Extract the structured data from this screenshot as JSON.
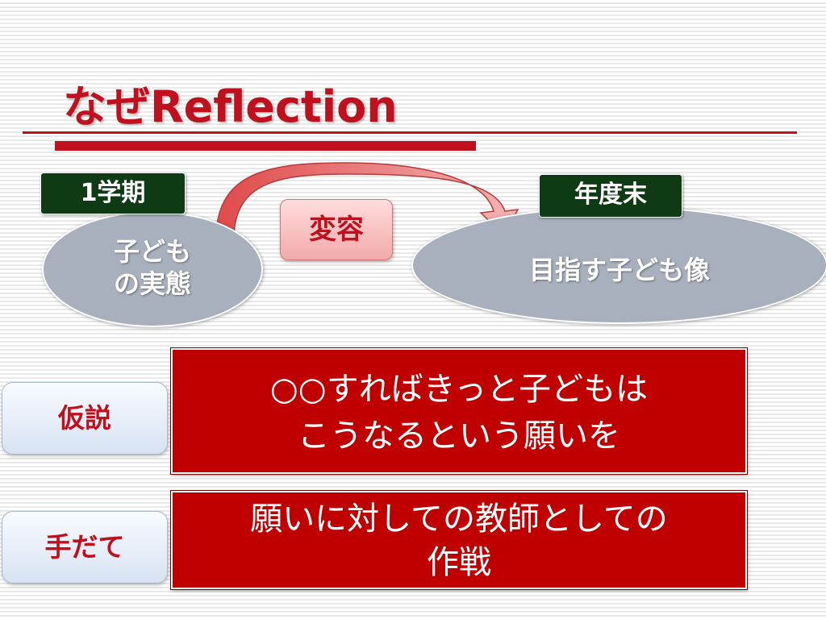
{
  "slide": {
    "title": "なぜReflection",
    "term_label": "1学期",
    "year_end_label": "年度末",
    "current_state": [
      "子ども",
      "の実態"
    ],
    "goal_state": "目指す子ども像",
    "change_label": "変容",
    "hypothesis_label": "仮説",
    "hypothesis_text": [
      "○○すればきっと子どもは",
      "こうなるという願いを"
    ],
    "method_label": "手だて",
    "method_text": [
      "願いに対しての教師としての",
      "作戦"
    ]
  },
  "colors": {
    "accent_red": "#c0101e",
    "dark_green": "#0e3a14",
    "ellipse_gray": "#a8b0bd",
    "box_red": "#c00000"
  }
}
